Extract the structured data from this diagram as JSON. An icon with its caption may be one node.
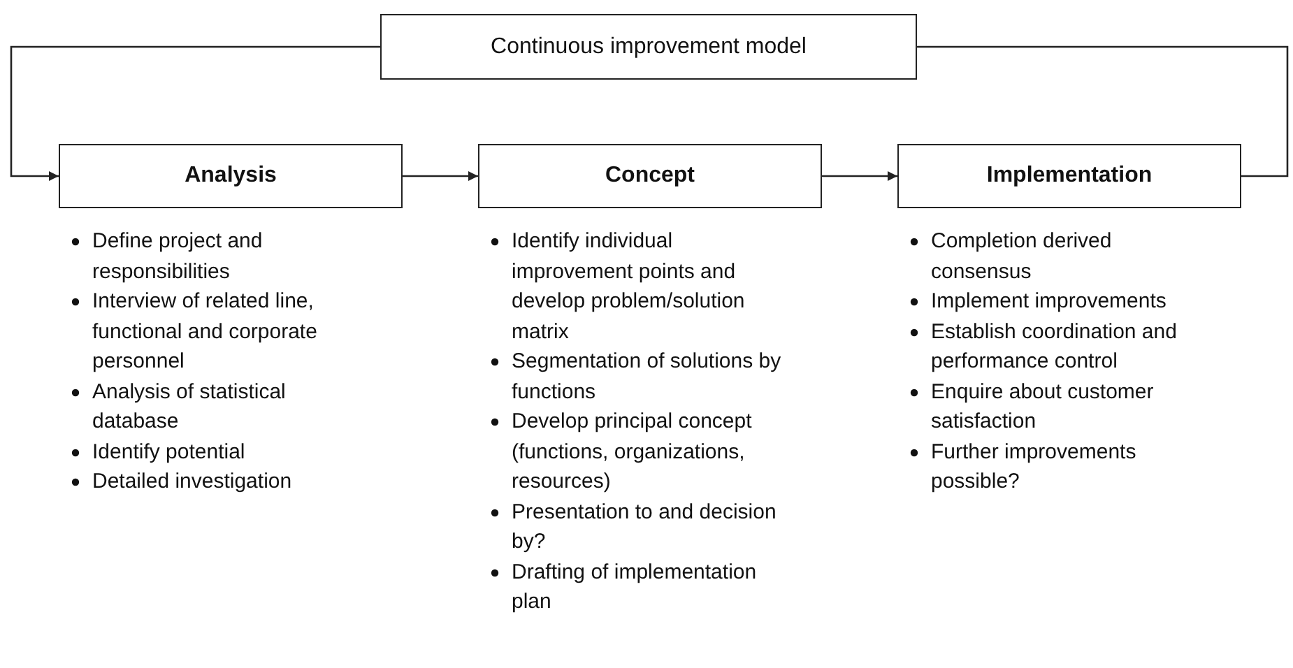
{
  "diagram": {
    "nodes": [
      {
        "text": [
          "Continuous improvement model"
        ]
      },
      {
        "text": [
          "Analysis"
        ],
        "beside": [
          "Define project and responsibilities",
          "Interview of related line, functional and corporate personnel",
          "Analysis of statistical database",
          "Identify potential",
          "Detailed investigation"
        ]
      },
      {
        "text": [
          "Concept"
        ],
        "beside": [
          "Identify individual improvement points and develop problem/solution matrix",
          "Segmentation of solutions by functions",
          "Develop principal concept (functions, organizations, resources)",
          "Presentation to and decision by?",
          "Drafting of implementation plan"
        ]
      },
      {
        "text": [
          "Implementation"
        ],
        "beside": [
          "Completion derived consensus",
          "Implement improvements",
          "Establish coordination and performance control",
          "Enquire about customer satisfaction",
          "Further improvements possible?"
        ]
      }
    ],
    "edges": [
      {
        "from": 3,
        "to": 0,
        "arrow": "none"
      },
      {
        "from": 0,
        "to": 1,
        "arrow": "to"
      },
      {
        "from": 1,
        "to": 2,
        "arrow": "to"
      },
      {
        "from": 2,
        "to": 3,
        "arrow": "to"
      }
    ]
  }
}
